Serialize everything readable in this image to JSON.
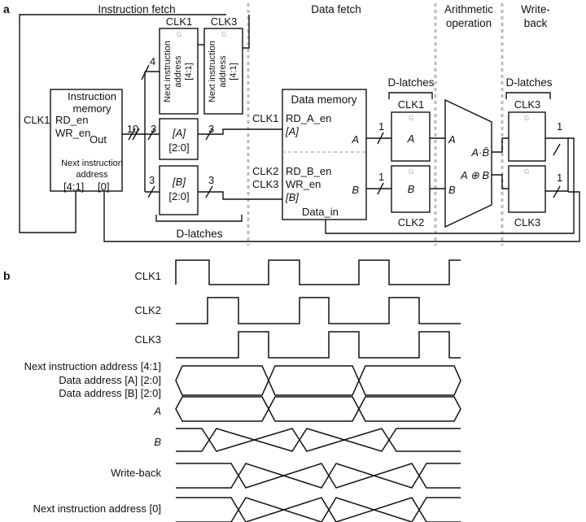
{
  "panel_labels": {
    "a": "a",
    "b": "b"
  },
  "sections": {
    "instruction_fetch": "Instruction fetch",
    "data_fetch": "Data fetch",
    "arith_line1": "Arithmetic",
    "arith_line2": "operation",
    "wb_line1": "Write-",
    "wb_line2": "back"
  },
  "instruction_memory": {
    "title1": "Instruction",
    "title2": "memory",
    "clk": "CLK1",
    "rd": "RD_en",
    "wr": "WR_en",
    "next1": "Next instruction",
    "next2": "address",
    "bits_hi": "[4:1]",
    "bits_lo": "[0]",
    "out": "Out"
  },
  "fetch_latches": {
    "clk1": "CLK1",
    "clk3": "CLK3",
    "addr_a_1": "Next instruction",
    "addr_a_2": "address",
    "addr_a_3": "[4:1]",
    "addr_b_1": "Next instruction",
    "addr_b_2": "address",
    "addr_b_3": "[4:1]",
    "a_name": "[A]",
    "a_bits": "[2:0]",
    "b_name": "[B]",
    "b_bits": "[2:0]",
    "label": "D-latches",
    "w4": "4",
    "w10": "10",
    "w3a": "3",
    "w3b": "3",
    "w3c": "3",
    "w3d": "3"
  },
  "data_memory": {
    "title": "Data memory",
    "clk1": "CLK1",
    "rd_a": "RD_A_en",
    "a_in": "[A]",
    "clk2": "CLK2",
    "clk3": "CLK3",
    "rd_b": "RD_B_en",
    "wr": "WR_en",
    "b_in": "[B]",
    "data_in": "Data_in",
    "out_a": "A",
    "out_b": "B",
    "w1a": "1",
    "w1b": "1"
  },
  "data_latches": {
    "label": "D-latches",
    "clk_top": "CLK1",
    "clk_bot": "CLK2",
    "a": "A",
    "b": "B"
  },
  "alu": {
    "in_a": "A",
    "in_b": "B",
    "out1": "A·B̄",
    "out2": "A ⊕ B"
  },
  "wb_latches": {
    "label": "D-latches",
    "clk_top": "CLK3",
    "clk_bot": "CLK3",
    "w1a": "1",
    "w1b": "1"
  },
  "gate_mark": "G",
  "timing": {
    "rows": [
      {
        "label": "CLK1"
      },
      {
        "label": "CLK2"
      },
      {
        "label": "CLK3"
      },
      {
        "label": "Next instruction address [4:1]"
      },
      {
        "label": "Data address [A] [2:0]"
      },
      {
        "label": "Data address [B] [2:0]"
      },
      {
        "label": "A"
      },
      {
        "label": "B"
      },
      {
        "label": "Write-back"
      },
      {
        "label": "Next instruction address [0]"
      }
    ]
  }
}
